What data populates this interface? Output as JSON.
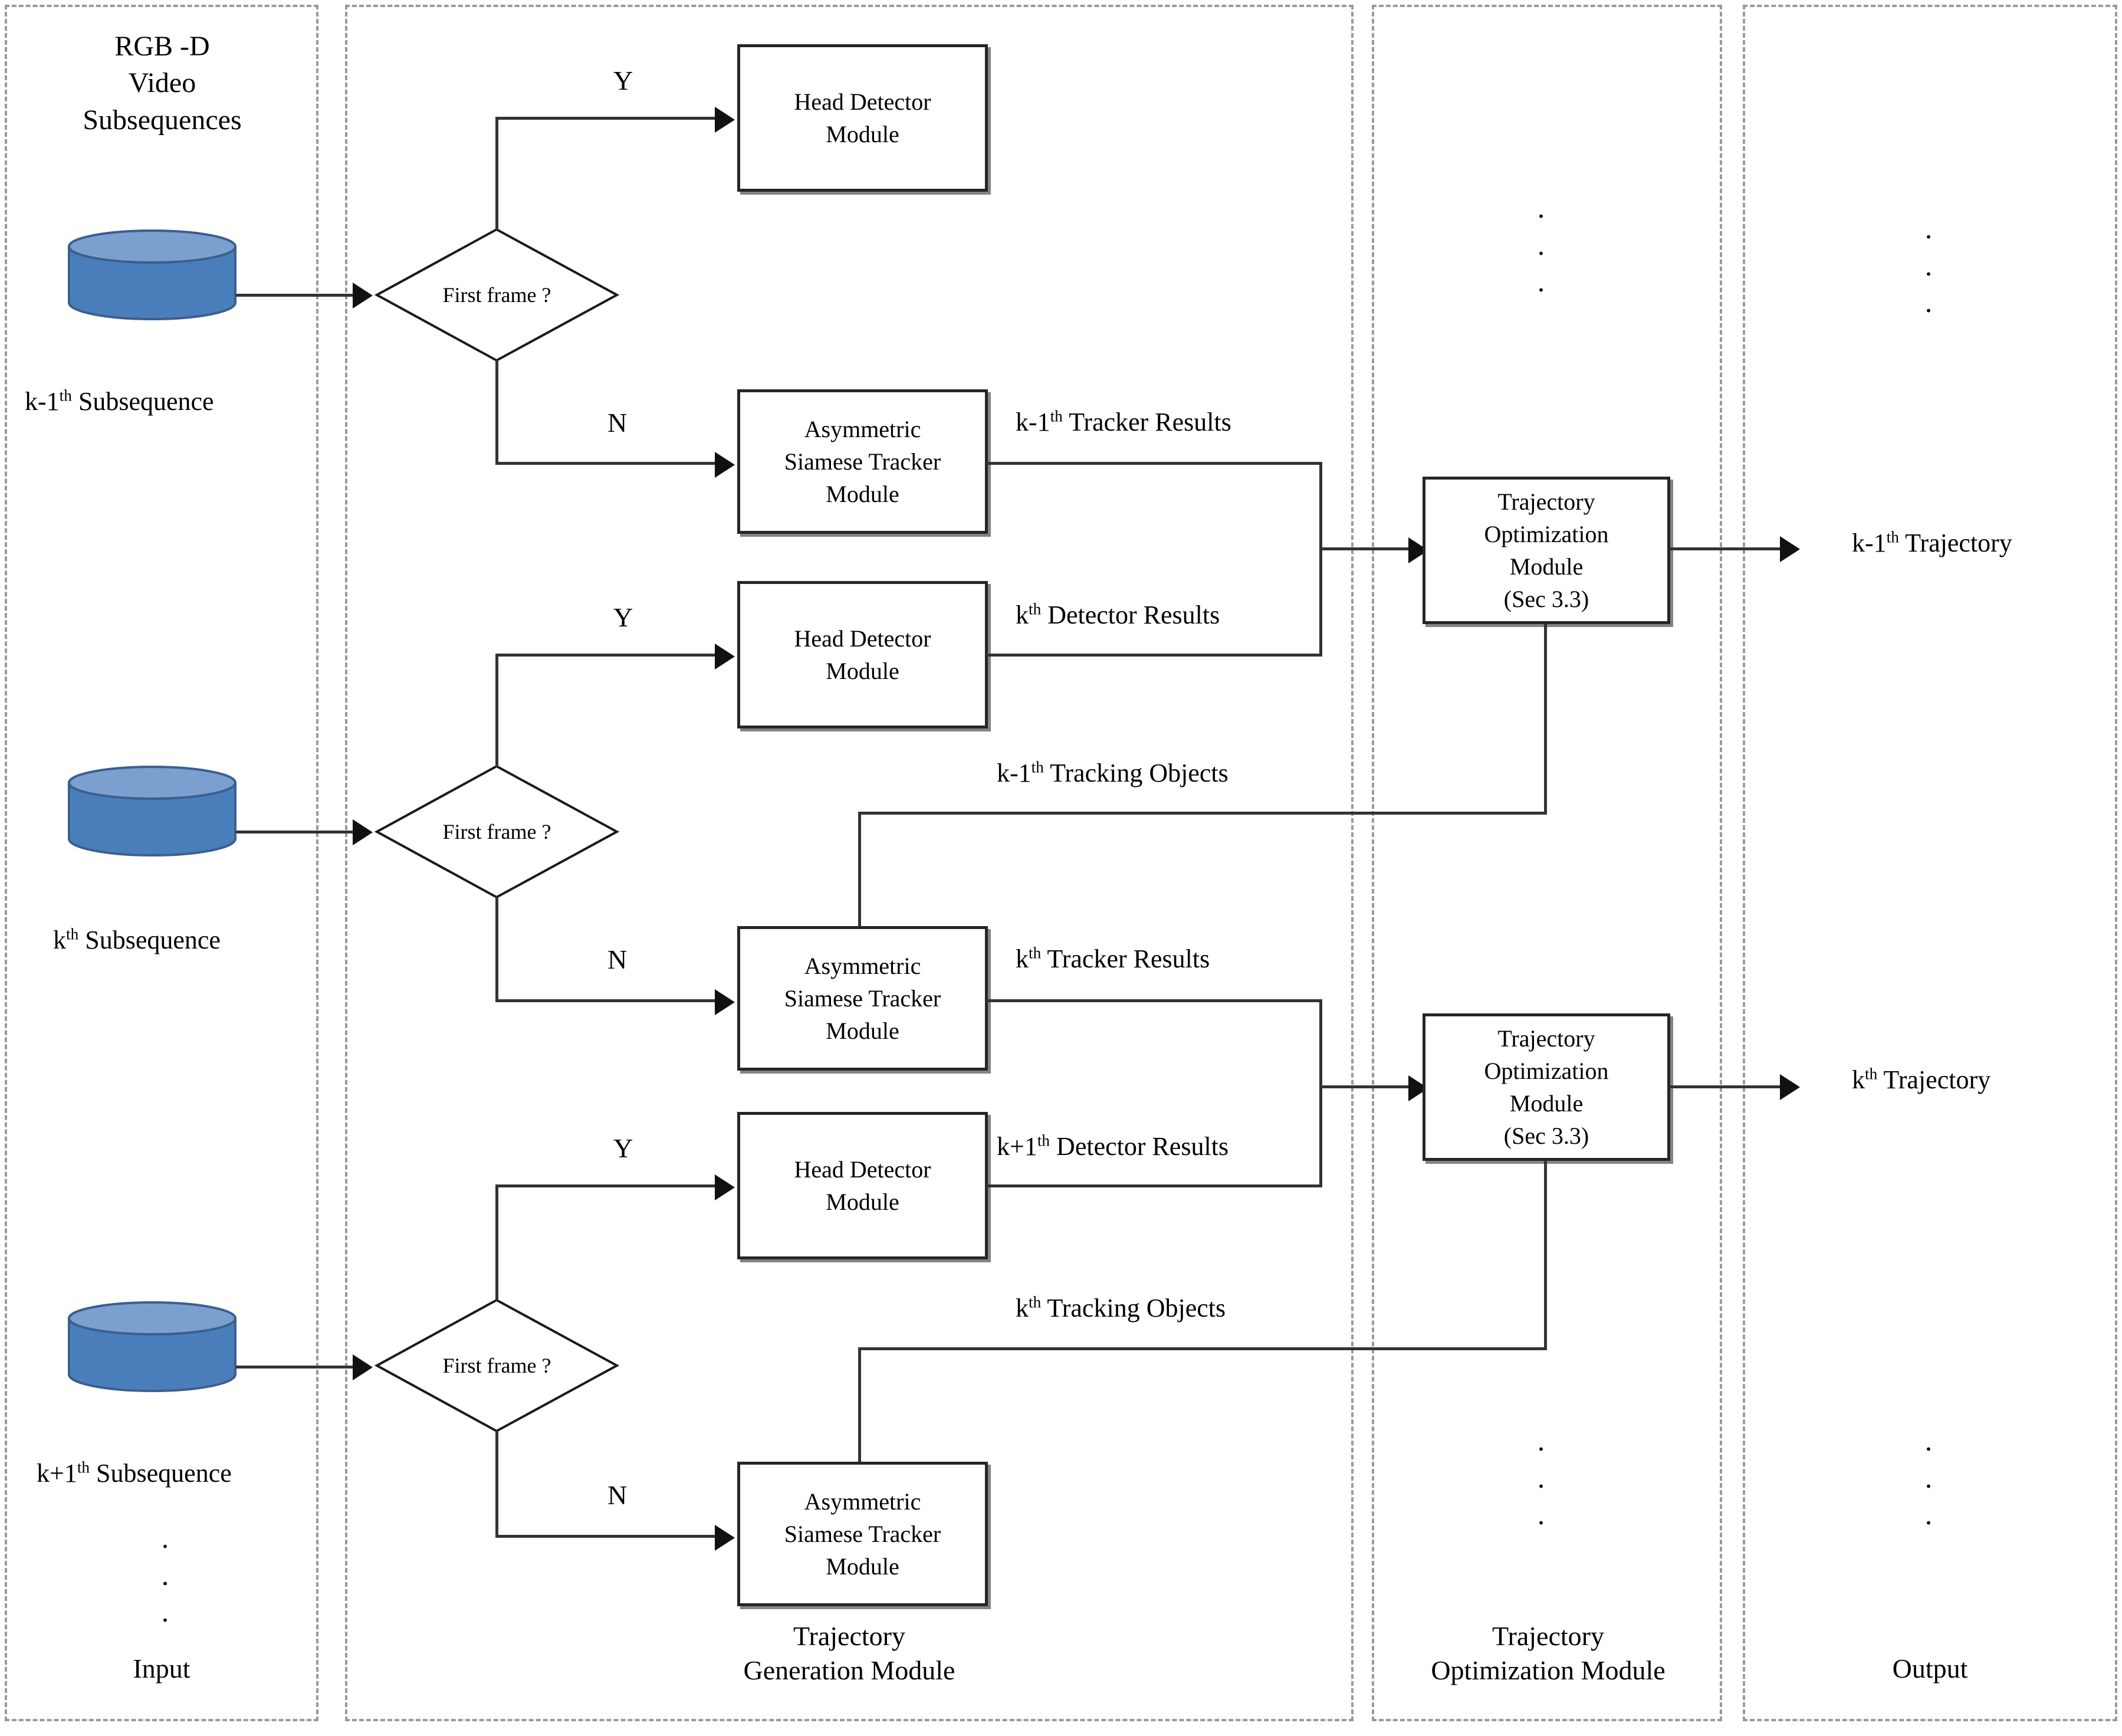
{
  "diagram": {
    "title_block": "RGB -D\nVideo\nSubsequences",
    "panels": [
      {
        "id": "input",
        "label": "Input"
      },
      {
        "id": "generation",
        "label": "Trajectory\nGeneration Module"
      },
      {
        "id": "optimization",
        "label": "Trajectory\nOptimization Module"
      },
      {
        "id": "output",
        "label": "Output"
      }
    ],
    "inputs": [
      {
        "id": "sub-k-minus-1",
        "label_base": "k-1",
        "label_sup": "th",
        "label_rest": " Subsequence"
      },
      {
        "id": "sub-k",
        "label_base": "k",
        "label_sup": "th",
        "label_rest": " Subsequence"
      },
      {
        "id": "sub-k-plus-1",
        "label_base": "k+1",
        "label_sup": "th",
        "label_rest": " Subsequence"
      }
    ],
    "decisions": [
      {
        "id": "first-frame-1",
        "label": "First frame ?"
      },
      {
        "id": "first-frame-2",
        "label": "First frame ?"
      },
      {
        "id": "first-frame-3",
        "label": "First frame ?"
      }
    ],
    "branch_labels": {
      "yes": "Y",
      "no": "N"
    },
    "modules": {
      "head_detector": "Head Detector\nModule",
      "siamese_tracker": "Asymmetric\nSiamese Tracker\nModule",
      "trajectory_optimization": "Trajectory\nOptimization\nModule\n(Sec 3.3)"
    },
    "edge_labels": [
      {
        "id": "tracker-results-k-1",
        "base": "k-1",
        "sup": "th",
        "rest": " Tracker Results"
      },
      {
        "id": "detector-results-k",
        "base": "k",
        "sup": "th",
        "rest": " Detector Results"
      },
      {
        "id": "tracking-objects-k-1",
        "base": "k-1",
        "sup": "th",
        "rest": " Tracking Objects"
      },
      {
        "id": "tracker-results-k",
        "base": "k",
        "sup": "th",
        "rest": " Tracker Results"
      },
      {
        "id": "detector-results-k+1",
        "base": "k+1",
        "sup": "th",
        "rest": " Detector Results"
      },
      {
        "id": "tracking-objects-k",
        "base": "k",
        "sup": "th",
        "rest": " Tracking Objects"
      }
    ],
    "outputs": [
      {
        "id": "traj-k-1",
        "base": "k-1",
        "sup": "th",
        "rest": " Trajectory"
      },
      {
        "id": "traj-k",
        "base": "k",
        "sup": "th",
        "rest": " Trajectory"
      }
    ],
    "ellipsis_glyph": ".",
    "colors": {
      "cylinder_body": "#4a7ebb",
      "cylinder_top": "#7ba0d0",
      "cylinder_stroke": "#3a5f8f",
      "panel_border": "#9a9a9a",
      "box_border": "#262626",
      "line": "#333333"
    }
  }
}
